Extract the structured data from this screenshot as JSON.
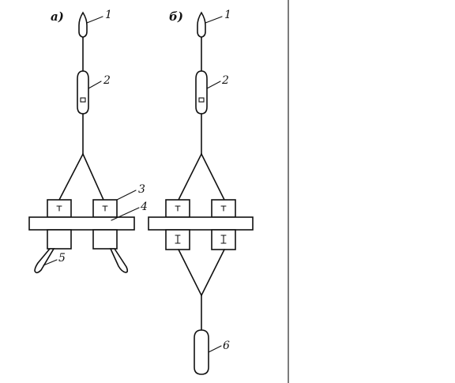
{
  "panels": {
    "a": {
      "label": "а)"
    },
    "b": {
      "label": "б)"
    }
  },
  "labels": {
    "a_1": "1",
    "a_2": "2",
    "a_3": "3",
    "a_4": "4",
    "a_5": "5",
    "b_1": "1",
    "b_2": "2",
    "b_6": "6"
  }
}
